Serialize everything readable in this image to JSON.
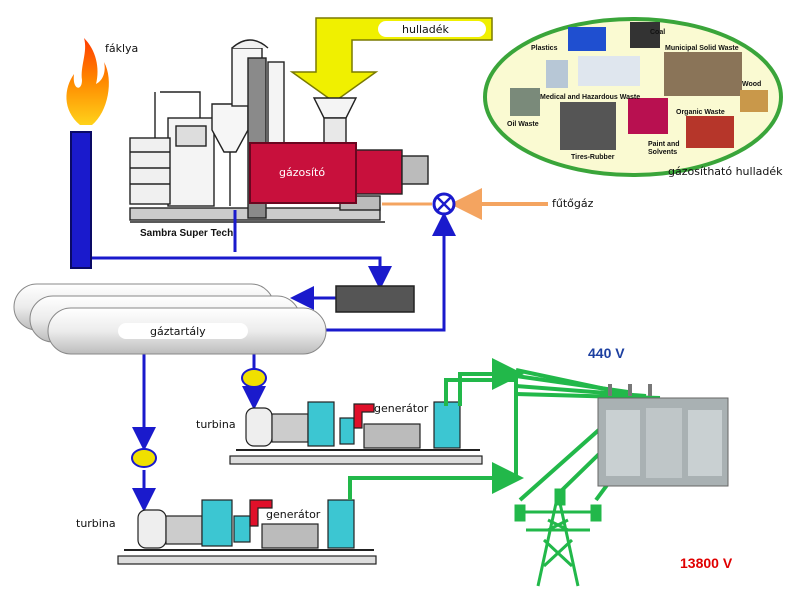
{
  "labels": {
    "torch": "fáklya",
    "waste": "hulladék",
    "gasifier": "gázosító",
    "heating_gas": "fűtőgáz",
    "gas_tank": "gáztartály",
    "turbine_1": "turbina",
    "turbine_2": "turbina",
    "generator_1": "generátor",
    "generator_2": "generátor",
    "gasifiable_waste": "gázosítható hulladék",
    "plant_brand": "Sambra Super Tech"
  },
  "waste_types": {
    "coal": "Coal",
    "plastics": "Plastics",
    "msw": "Municipal Solid Waste",
    "medical": "Medical and Hazardous Waste",
    "wood": "Wood",
    "oil": "Oil Waste",
    "organic": "Organic Waste",
    "tires": "Tires-Rubber",
    "paint": "Paint and",
    "paint2": "Solvents"
  },
  "voltages": {
    "low": "440 V",
    "high": "13800 V",
    "low_color": "#1c3fa0",
    "high_color": "#e00000"
  },
  "colors": {
    "pipe": "#1a1acc",
    "power_line": "#22b84a",
    "heating_gas": "#f4a460",
    "waste_arrow": "#f0f000",
    "gasifier": "#c8103c",
    "tank": "#e6e6e6"
  }
}
